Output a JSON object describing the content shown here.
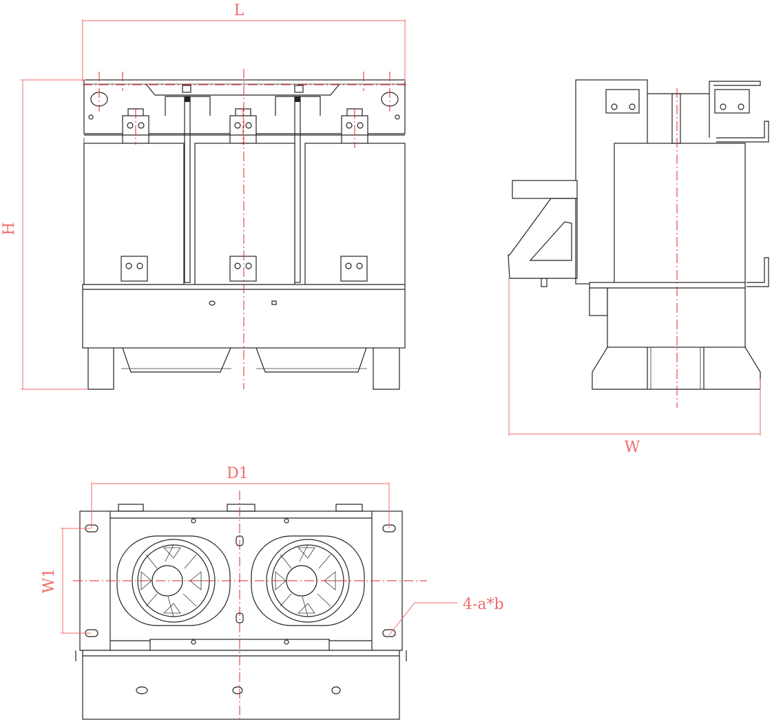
{
  "dimensions": {
    "length": "L",
    "height": "H",
    "width": "W",
    "hole_spacing_d1": "D1",
    "hole_spacing_w1": "W1",
    "mounting_holes": "4-a*b"
  },
  "colors": {
    "line": "#222222",
    "dimension": "#f06a6a",
    "centerline": "#e0202a"
  }
}
